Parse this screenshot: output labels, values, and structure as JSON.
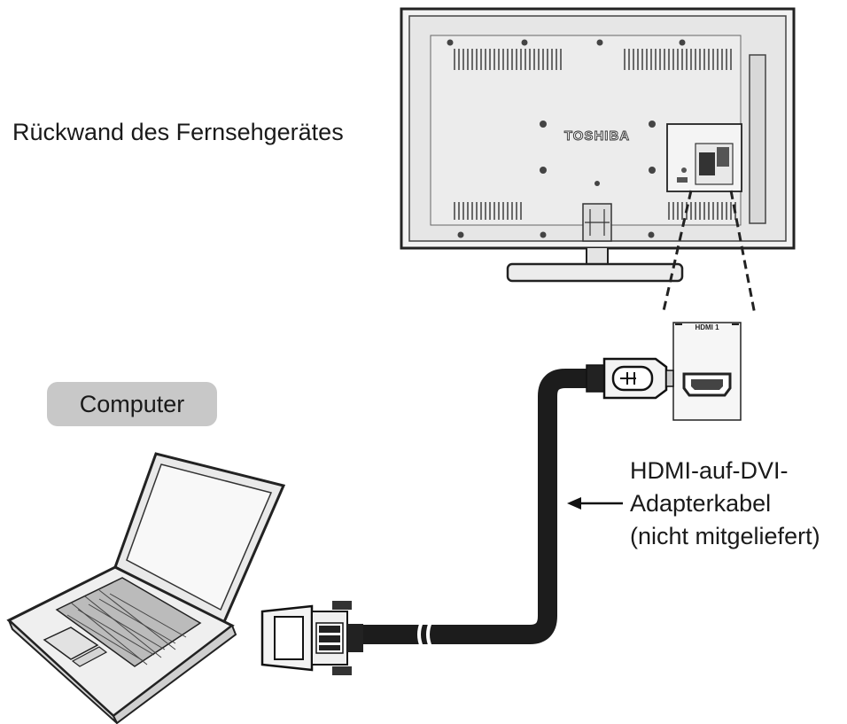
{
  "labels": {
    "tv_back": "Rückwand des Fernsehgerätes",
    "computer": "Computer",
    "cable_line1": "HDMI-auf-DVI-",
    "cable_line2": "Adapterkabel",
    "cable_line3": "(nicht mitgeliefert)"
  },
  "tv": {
    "brand": "TOSHIBA",
    "port_label": "HDMI 1"
  },
  "colors": {
    "line": "#222222",
    "cable": "#1c1c1c",
    "badge_bg": "#c8c8c8"
  }
}
